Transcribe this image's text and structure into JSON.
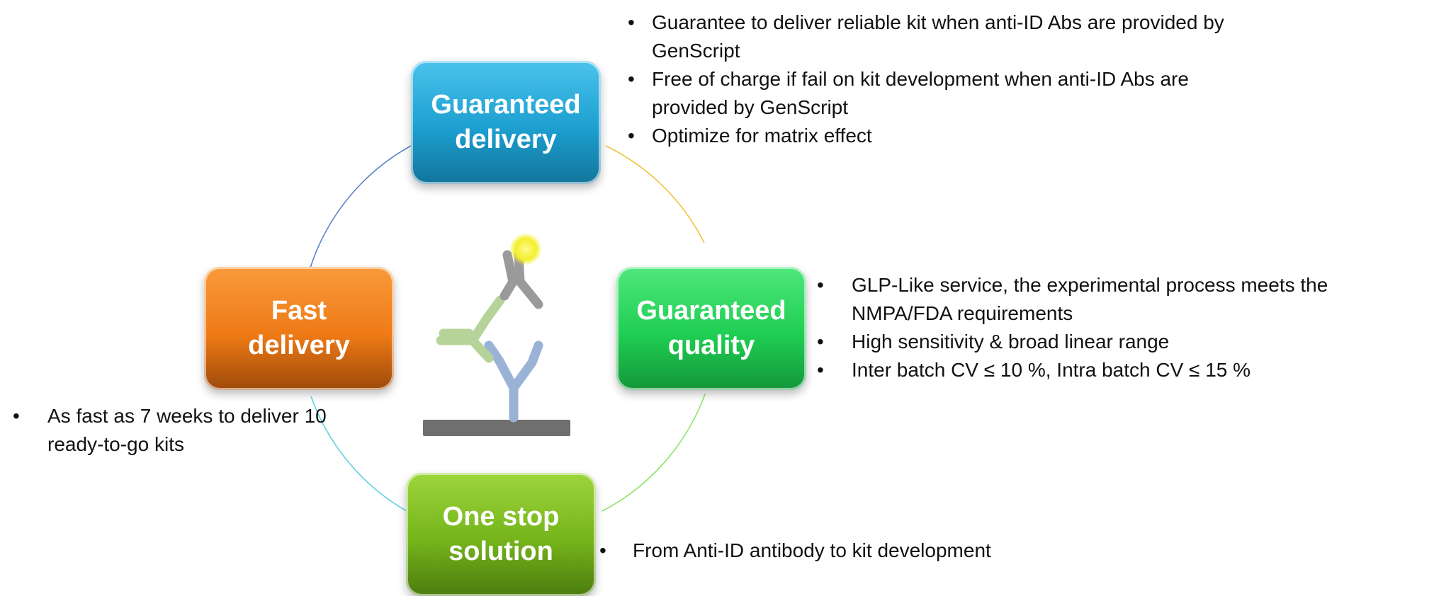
{
  "boxes": {
    "guaranteed_delivery": "Guaranteed\ndelivery",
    "guaranteed_quality": "Guaranteed\nquality",
    "fast_delivery": "Fast\ndelivery",
    "one_stop_solution": "One stop\nsolution"
  },
  "bullets": {
    "guaranteed_delivery": [
      "Guarantee to deliver reliable kit when anti-ID Abs are provided by GenScript",
      "Free of charge if fail on kit development when anti-ID Abs are provided by GenScript",
      "Optimize for matrix effect"
    ],
    "guaranteed_quality": [
      "GLP-Like service, the experimental process meets the NMPA/FDA requirements",
      "High sensitivity & broad linear range",
      "Inter batch CV ≤ 10 %, Intra batch CV ≤ 15 %"
    ],
    "fast_delivery": [
      "As fast as 7 weeks to deliver 10 ready-to-go kits"
    ],
    "one_stop_solution": [
      "From Anti-ID antibody to kit development"
    ]
  },
  "icons": {
    "center": "antibody-sandwich-assay-icon"
  },
  "colors": {
    "blue": "#1c9fd0",
    "green": "#1fce52",
    "orange": "#ef7a16",
    "lime": "#75b41b",
    "detection_dot": "#f4ef2a"
  }
}
